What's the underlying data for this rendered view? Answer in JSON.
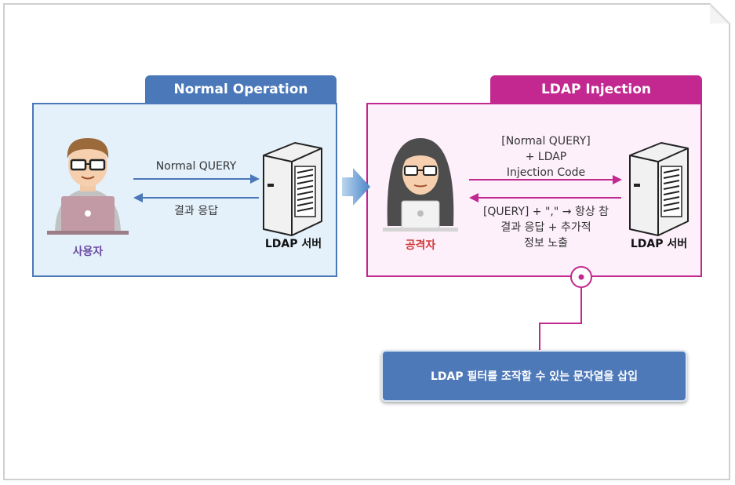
{
  "normal": {
    "tab_title": "Normal Operation",
    "user_label": "사용자",
    "query_label": "Normal QUERY",
    "response_label": "결과 응답",
    "server_label": "LDAP 서버"
  },
  "injection": {
    "tab_title": "LDAP Injection",
    "attacker_label": "공격자",
    "query_lines": [
      "[Normal QUERY]",
      "+ LDAP",
      "Injection Code"
    ],
    "response_lines": [
      "[QUERY] + \",\" → 항상 참",
      "결과 응답 + 추가적",
      "정보 노출"
    ],
    "server_label": "LDAP 서버"
  },
  "callout": {
    "text": "LDAP 필터를 조작할 수 있는 문자열을 삽입"
  },
  "colors": {
    "normal_accent": "#4a78b8",
    "injection_accent": "#c2288f",
    "callout_bg": "#4e79b8"
  }
}
